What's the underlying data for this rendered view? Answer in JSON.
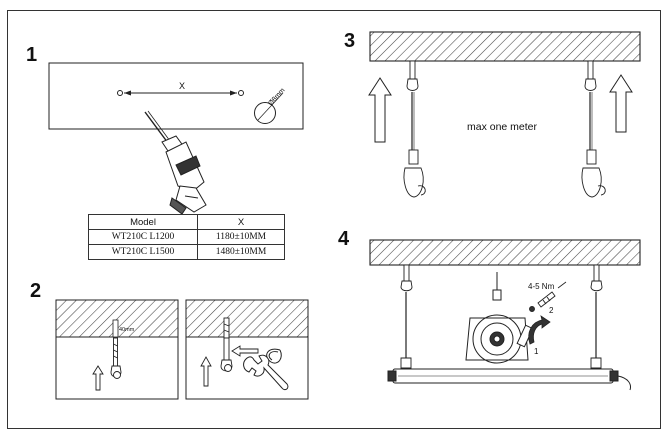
{
  "steps": {
    "s1": "1",
    "s2": "2",
    "s3": "3",
    "s4": "4"
  },
  "step1": {
    "distance_label": "X",
    "hole_label": "Ø8mm"
  },
  "table": {
    "headers": [
      "Model",
      "X"
    ],
    "rows": [
      [
        "WT210C L1200",
        "1180±10MM"
      ],
      [
        "WT210C L1500",
        "1480±10MM"
      ]
    ]
  },
  "step2": {
    "depth_label": "40mm"
  },
  "step3": {
    "note": "max one meter"
  },
  "step4": {
    "torque_label": "4-5 Nm",
    "callout_1": "1",
    "callout_2": "2"
  },
  "colors": {
    "line": "#222222",
    "hatch": "#444444",
    "bg": "#ffffff"
  }
}
